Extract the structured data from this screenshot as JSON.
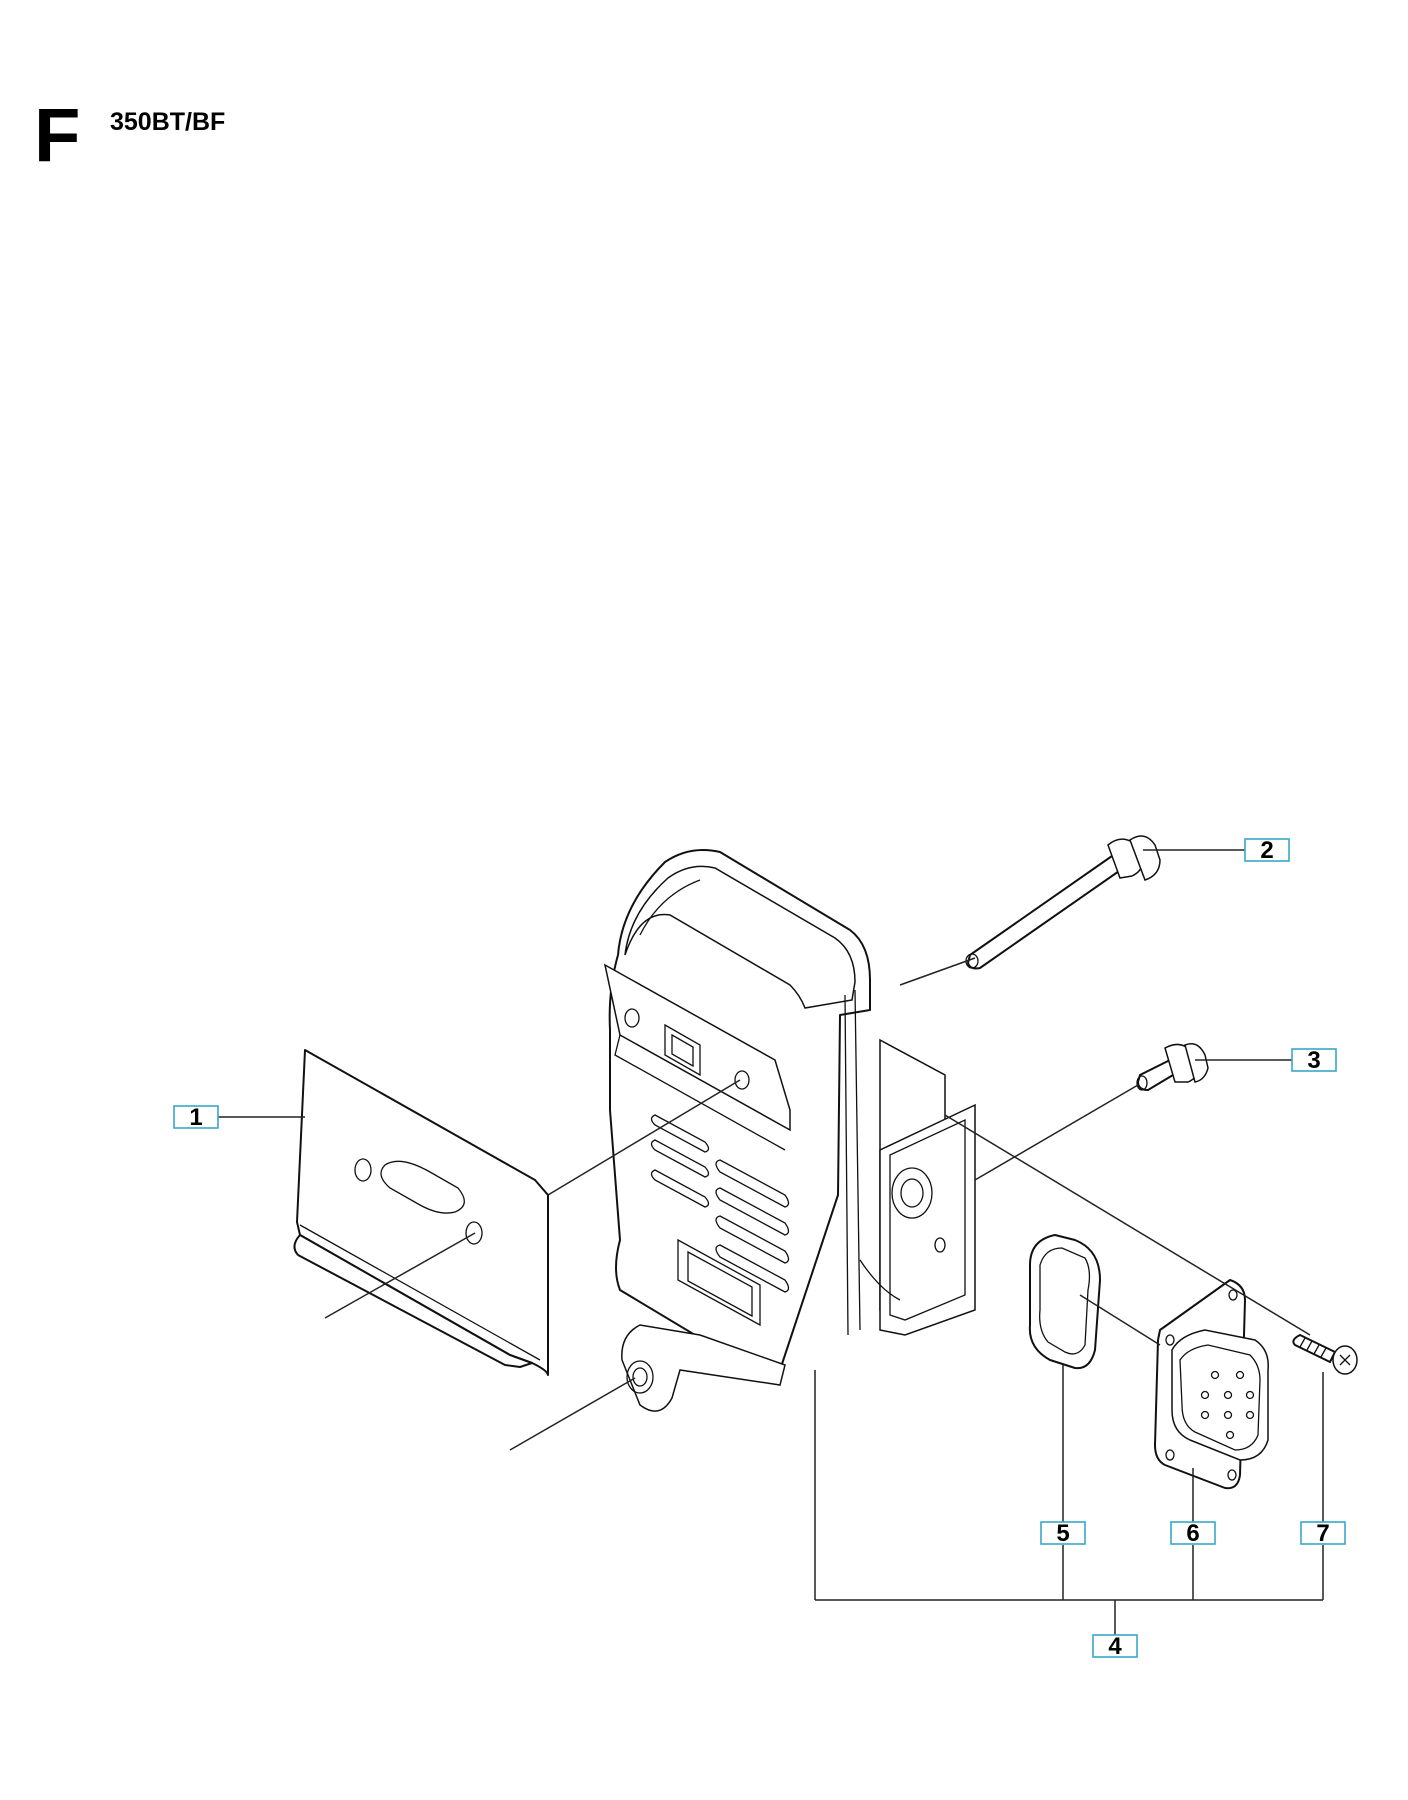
{
  "header": {
    "section_letter": "F",
    "model": "350BT/BF"
  },
  "callouts": [
    {
      "id": "1",
      "label": "1"
    },
    {
      "id": "2",
      "label": "2"
    },
    {
      "id": "3",
      "label": "3"
    },
    {
      "id": "4",
      "label": "4"
    },
    {
      "id": "5",
      "label": "5"
    },
    {
      "id": "6",
      "label": "6"
    },
    {
      "id": "7",
      "label": "7"
    }
  ],
  "colors": {
    "callout_border": "#3aa6c8",
    "line": "#111111"
  }
}
